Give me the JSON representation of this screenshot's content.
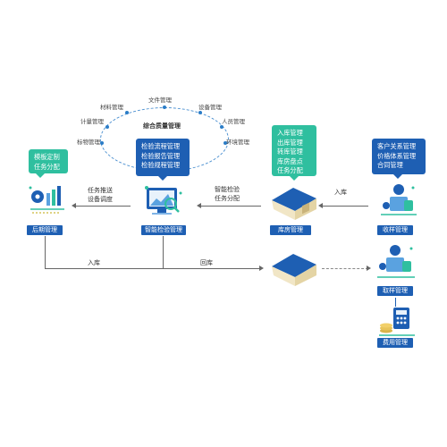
{
  "quality_ring": {
    "center": "综合质量管理",
    "nodes": {
      "file": "文件管理",
      "material": "材料管理",
      "device": "设备管理",
      "measure": "计量管理",
      "personnel": "人员管理",
      "sample": "标物管理",
      "environment": "环境管理"
    }
  },
  "lab": {
    "box_lines": [
      "检验流程管理",
      "检验报告管理",
      "检验规程管理"
    ],
    "label": "智能检验管理"
  },
  "post": {
    "box_lines": [
      "模板定制",
      "任务分配"
    ],
    "label": "后期管理"
  },
  "warehouse": {
    "box_lines": [
      "入库管理",
      "出库管理",
      "转库管理",
      "库房盘点",
      "任务分配"
    ],
    "label": "库房管理"
  },
  "sampling": {
    "box_lines": [
      "客户关系管理",
      "价格体系管理",
      "合同管理"
    ],
    "label": "收样管理"
  },
  "pickup": {
    "label": "取样管理"
  },
  "fee": {
    "label": "费用管理"
  },
  "flows": {
    "lab_to_post": [
      "任务推送",
      "设备调度"
    ],
    "warehouse_to_lab": [
      "智能检验",
      "任务分配"
    ],
    "sampling_to_warehouse": "入库",
    "post_in": "入库",
    "return": "回库"
  }
}
